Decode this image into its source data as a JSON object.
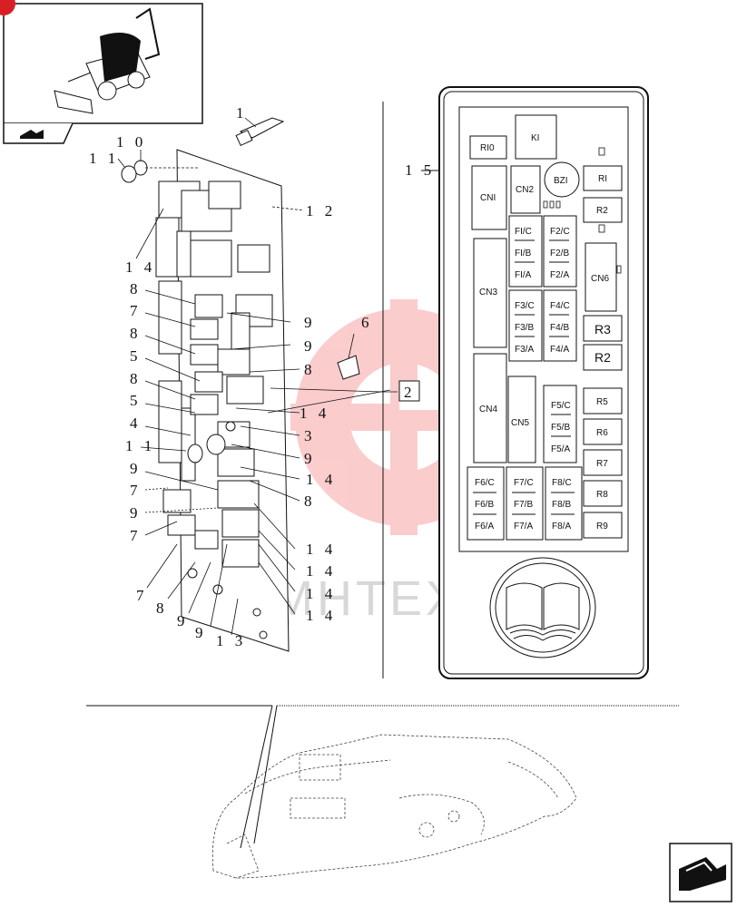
{
  "badge": {
    "color": "#d91f26"
  },
  "thumbnail": {
    "icon": "backhoe-loader-thumbnail"
  },
  "nav": {
    "icon": "page-turn-arrow-icon"
  },
  "watermark": {
    "text": "MHTEX",
    "color": "#ef4b4b"
  },
  "callouts": {
    "c1": "1",
    "c10": "1 0",
    "c11a": "1 1",
    "c12": "1 2",
    "c14a": "1 4",
    "c8a": "8",
    "c7a": "7",
    "c8b": "8",
    "c5a": "5",
    "c8c": "8",
    "c5b": "5",
    "c4": "4",
    "c11b": "1 1",
    "c9a": "9",
    "c7b": "7",
    "c9b": "9",
    "c7c": "7",
    "c7d": "7",
    "c8d": "8",
    "c9c": "9",
    "c9d": "9",
    "c13": "1 3",
    "c9e": "9",
    "c6": "6",
    "c9f": "9",
    "c8e": "8",
    "c14b": "1 4",
    "c3": "3",
    "c9g": "9",
    "c14c": "1 4",
    "c8f": "8",
    "c14d": "1 4",
    "c14e": "1 4",
    "c14f": "1 4",
    "c14g": "1 4",
    "c15": "1 5",
    "c2": "2"
  },
  "panel": {
    "r10": "RI0",
    "k1": "KI",
    "cn1": "CNI",
    "cn2": "CN2",
    "bz1": "BZI",
    "r1": "RI",
    "r2top": "R2",
    "cn3": "CN3",
    "cn6": "CN6",
    "f1c": "FI/C",
    "f1b": "FI/B",
    "f1a": "FI/A",
    "f2c": "F2/C",
    "f2b": "F2/B",
    "f2a": "F2/A",
    "f3c": "F3/C",
    "f3b": "F3/B",
    "f3a": "F3/A",
    "f4c": "F4/C",
    "f4b": "F4/B",
    "f4a": "F4/A",
    "r3": "R3",
    "r2": "R2",
    "cn4": "CN4",
    "cn5": "CN5",
    "f5c": "F5/C",
    "f5b": "F5/B",
    "f5a": "F5/A",
    "r5": "R5",
    "r6": "R6",
    "r7": "R7",
    "r8": "R8",
    "r9": "R9",
    "f6c": "F6/C",
    "f6b": "F6/B",
    "f6a": "F6/A",
    "f7c": "F7/C",
    "f7b": "F7/B",
    "f7a": "F7/A",
    "f8c": "F8/C",
    "f8b": "F8/B",
    "f8a": "F8/A",
    "manual_icon": "book-manual-icon"
  }
}
